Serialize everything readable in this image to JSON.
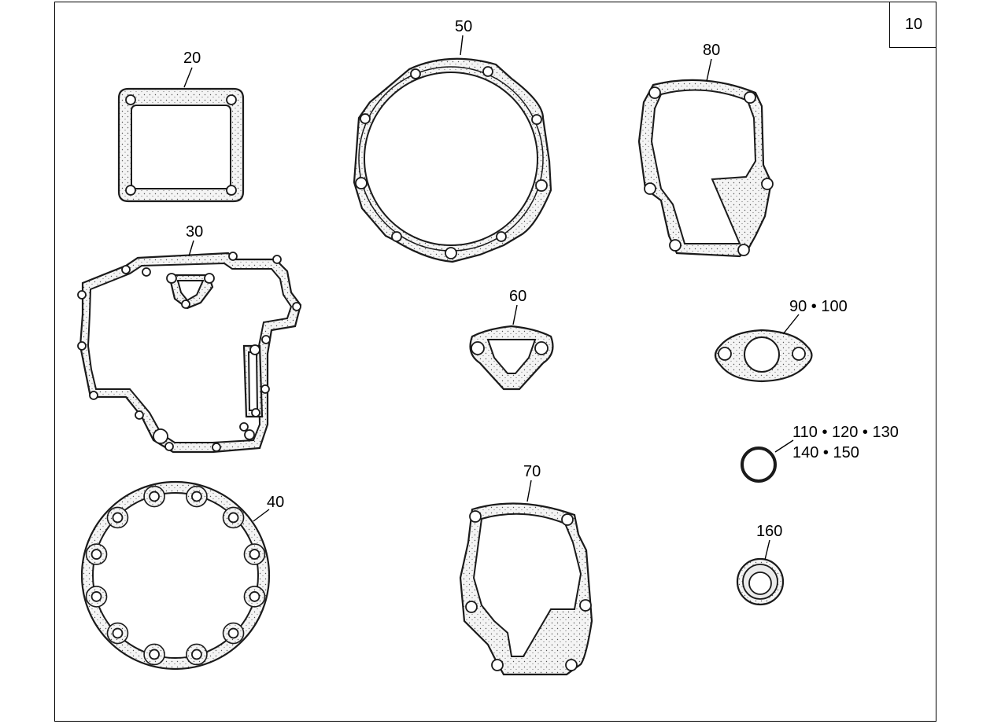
{
  "page": {
    "number": "10"
  },
  "callouts": {
    "c20": "20",
    "c30": "30",
    "c40": "40",
    "c50": "50",
    "c60": "60",
    "c70": "70",
    "c80": "80",
    "c90": "90 • 100",
    "c110a": "110 • 120 • 130",
    "c110b": "140 • 150",
    "c160": "160"
  }
}
